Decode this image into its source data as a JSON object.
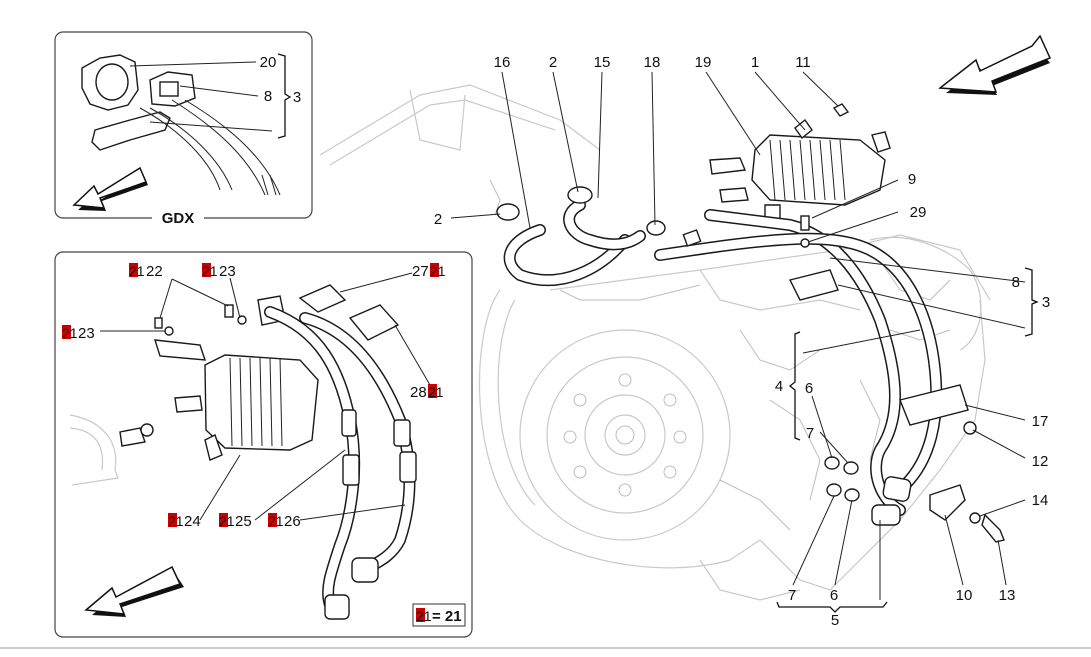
{
  "inset_top": {
    "title": "GDX",
    "labels": [
      "20",
      "8",
      "3"
    ]
  },
  "inset_bottom": {
    "labels": [
      "22",
      "23",
      "23",
      "27",
      "28",
      "24",
      "25",
      "26"
    ],
    "legend_text": "= 21"
  },
  "main": {
    "labels": [
      "16",
      "2",
      "15",
      "18",
      "19",
      "1",
      "11",
      "2",
      "9",
      "29",
      "8",
      "3",
      "4",
      "6",
      "7",
      "17",
      "12",
      "14",
      "7",
      "6",
      "5",
      "10",
      "13"
    ]
  },
  "badge_code": "21",
  "colors": {
    "badge": "#cc0000",
    "line": "#1a1a1a",
    "ghost": "#c9c9c9"
  }
}
